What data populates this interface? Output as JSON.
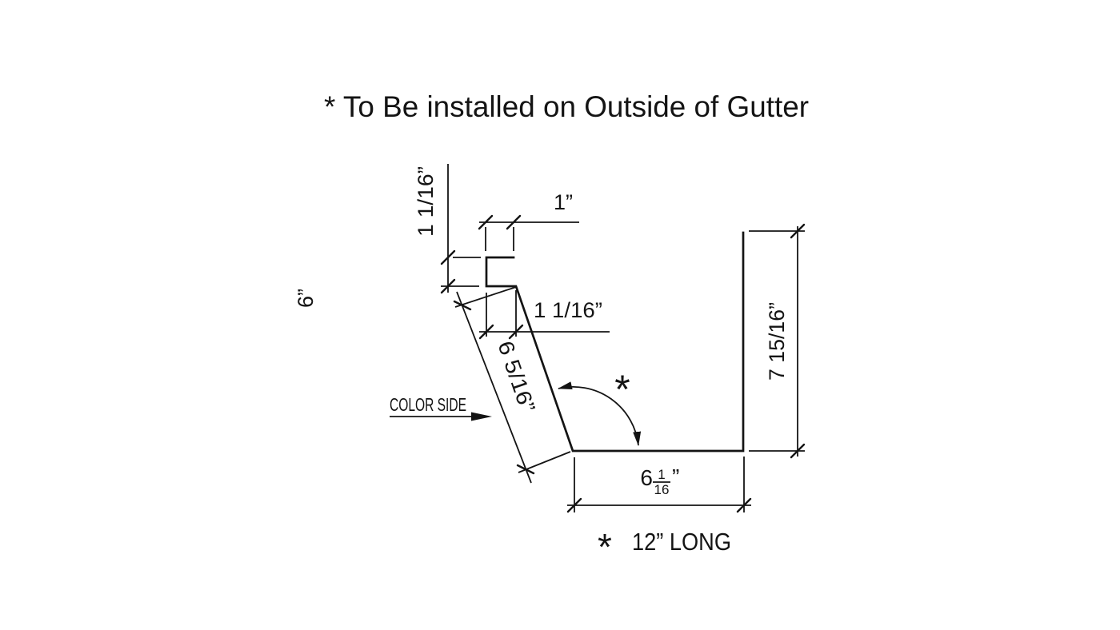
{
  "title": "* To Be installed on Outside of Gutter",
  "drawing": {
    "labels": {
      "color_side": "COLOR SIDE",
      "angle_asterisk": "*",
      "note_asterisk": "*",
      "note_text": "12” LONG"
    },
    "dimensions": {
      "hook_width": "1”",
      "hook_height": "1 1/16”",
      "face_height": "6”",
      "slant_offset": "1 1/16”",
      "slant_length": "6 5/16”",
      "right_height": "7 15/16”",
      "bottom_whole": "6",
      "bottom_numerator": "1",
      "bottom_denominator": "16",
      "bottom_unit": "”"
    }
  },
  "colors": {
    "ink": "#141414",
    "background": "#ffffff"
  }
}
